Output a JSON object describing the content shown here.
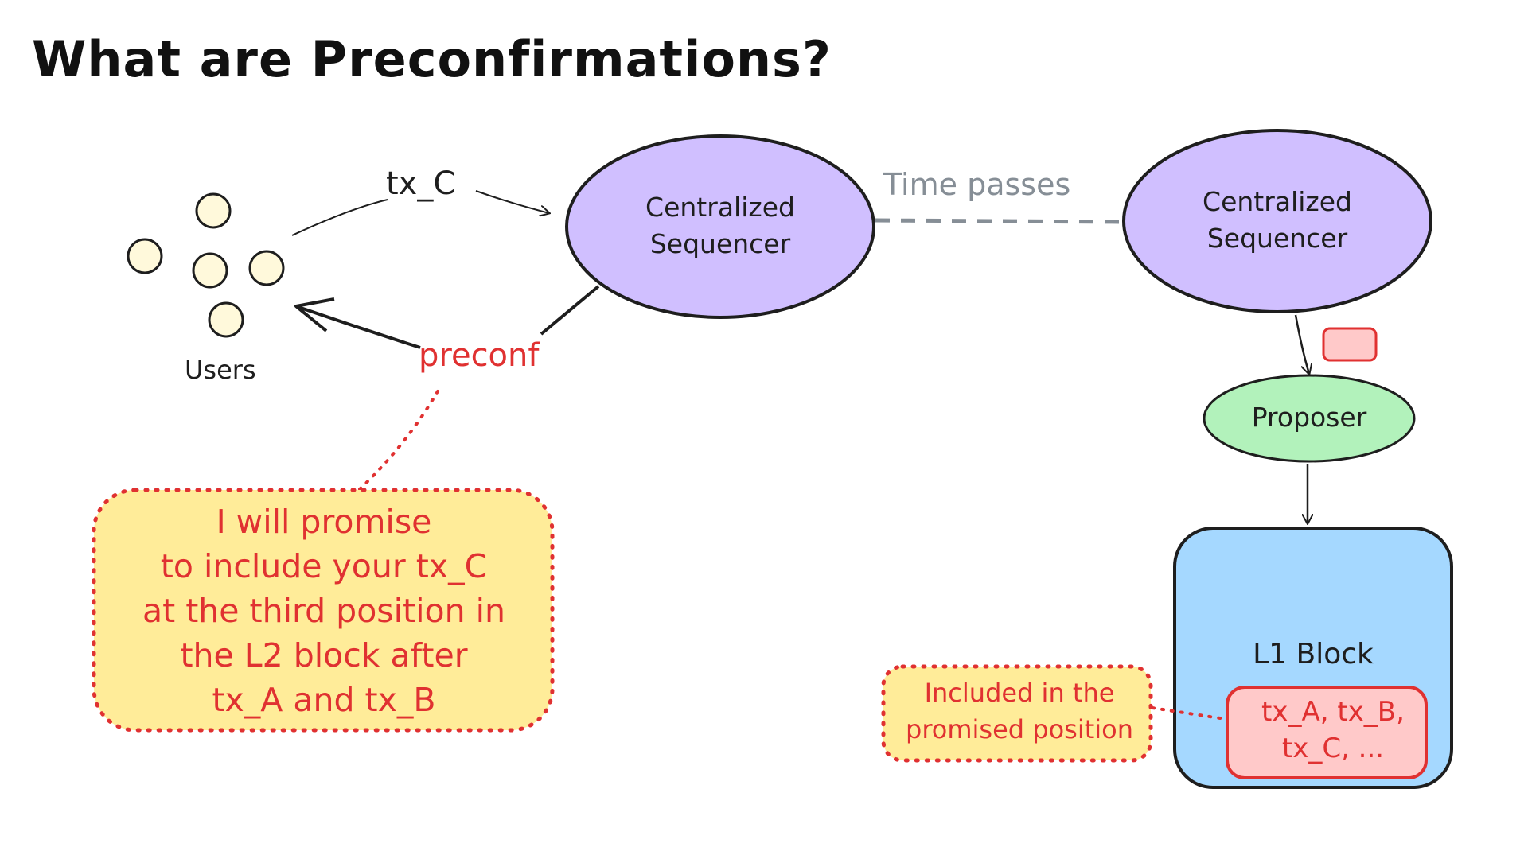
{
  "title": "What are Preconfirmations?",
  "users": {
    "label": "Users"
  },
  "edges": {
    "tx_label": "tx_C",
    "preconf_label": "preconf",
    "time_label": "Time passes"
  },
  "sequencer_left": {
    "line1": "Centralized",
    "line2": "Sequencer"
  },
  "sequencer_right": {
    "line1": "Centralized",
    "line2": "Sequencer"
  },
  "proposer": {
    "label": "Proposer"
  },
  "l1_block": {
    "label": "L1 Block",
    "tx_line1": "tx_A, tx_B,",
    "tx_line2": "tx_C, ..."
  },
  "promise_note": {
    "lines": [
      "I will promise",
      "to include your tx_C",
      "at the third position in",
      "the L2 block after",
      "tx_A and tx_B"
    ]
  },
  "included_note": {
    "line1": "Included in the",
    "line2": "promised position"
  },
  "colors": {
    "sequencer_fill": "#d0bfff",
    "proposer_fill": "#b2f2bb",
    "block_fill": "#a5d8ff",
    "note_fill": "#ffec99",
    "accent_red": "#e03131",
    "user_fill": "#fff9db",
    "tx_fill": "#ffc9c9"
  },
  "icons": [
    "user-circle-icon",
    "arrow-icon"
  ]
}
